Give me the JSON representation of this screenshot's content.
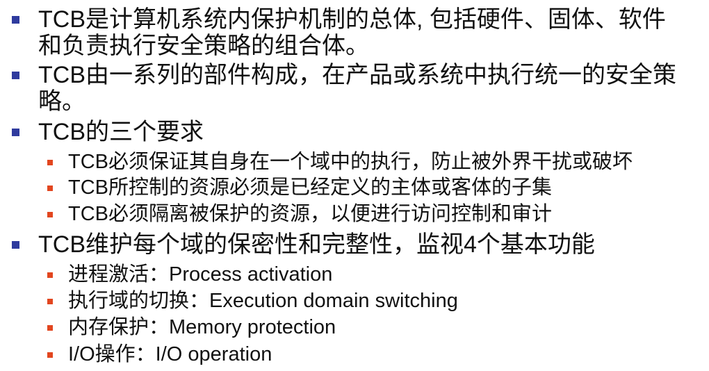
{
  "colors": {
    "background": "#ffffff",
    "text": "#111111",
    "main_bullet": "#2f3b9e",
    "sub_bullet": "#e2461f"
  },
  "bullets": [
    {
      "lines": [
        "TCB是计算机系统内保护机制的总体, 包括硬件、固体、软件",
        "和负责执行安全策略的组合体。"
      ]
    },
    {
      "lines": [
        "TCB由一系列的部件构成，在产品或系统中执行统一的安全策",
        "略。"
      ]
    },
    {
      "lines": [
        "TCB的三个要求"
      ],
      "sub_items": [
        "TCB必须保证其自身在一个域中的执行，防止被外界干扰或破坏",
        "TCB所控制的资源必须是已经定义的主体或客体的子集",
        "TCB必须隔离被保护的资源，以便进行访问控制和审计"
      ]
    },
    {
      "lines": [
        "TCB维护每个域的保密性和完整性，监视4个基本功能"
      ],
      "sub_items": [
        "进程激活：Process activation",
        "执行域的切换：Execution domain switching",
        "内存保护：Memory protection",
        "I/O操作：I/O operation"
      ]
    }
  ]
}
